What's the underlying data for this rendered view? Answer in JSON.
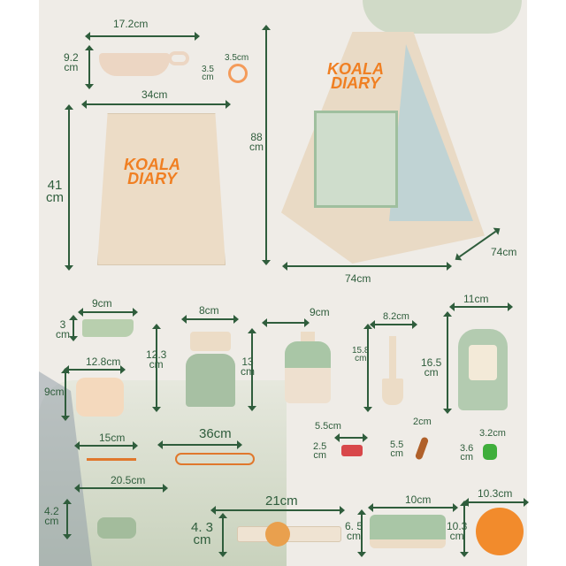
{
  "brand": "KOALA DIARY",
  "colors": {
    "text": "#2f5d3c",
    "orange": "#f07f22",
    "green": "#9fbf9e",
    "beige": "#ecdcc6"
  },
  "bowl": {
    "width": "17.2cm",
    "height": "9.2\ncm"
  },
  "ring": {
    "width": "3.5cm",
    "height": "3.5\ncm"
  },
  "bag": {
    "width": "34cm",
    "height": "41\ncm"
  },
  "tent": {
    "height": "88\ncm",
    "width": "74cm",
    "depth": "74cm"
  },
  "whistle": {
    "width": "9cm",
    "height": "3\ncm"
  },
  "stove": {
    "width": "8cm",
    "height": "12.3\ncm"
  },
  "compass": {
    "width": "12.8cm",
    "height": "9cm"
  },
  "canteen": {
    "width": "9cm",
    "height": "13\ncm"
  },
  "shovel": {
    "width": "8.2cm",
    "height": "15.8\ncm"
  },
  "lantern": {
    "width": "11cm",
    "height": "16.5\ncm"
  },
  "short_strap": {
    "width": "15cm"
  },
  "long_strap": {
    "width": "36cm"
  },
  "meat": {
    "width": "5.5cm",
    "height": "2.5\ncm"
  },
  "sausage": {
    "width": "2cm",
    "height": "5.5\ncm"
  },
  "pepper": {
    "width": "3.2cm",
    "height": "3.6\ncm"
  },
  "multitool": {
    "width": "20.5cm",
    "height": "4.2\ncm"
  },
  "watch": {
    "width": "21cm",
    "height": "4. 3\ncm"
  },
  "binoculars": {
    "width": "10cm",
    "height": "6. 5\ncm"
  },
  "frisbee": {
    "width": "10.3cm",
    "height": "10.3\ncm"
  }
}
